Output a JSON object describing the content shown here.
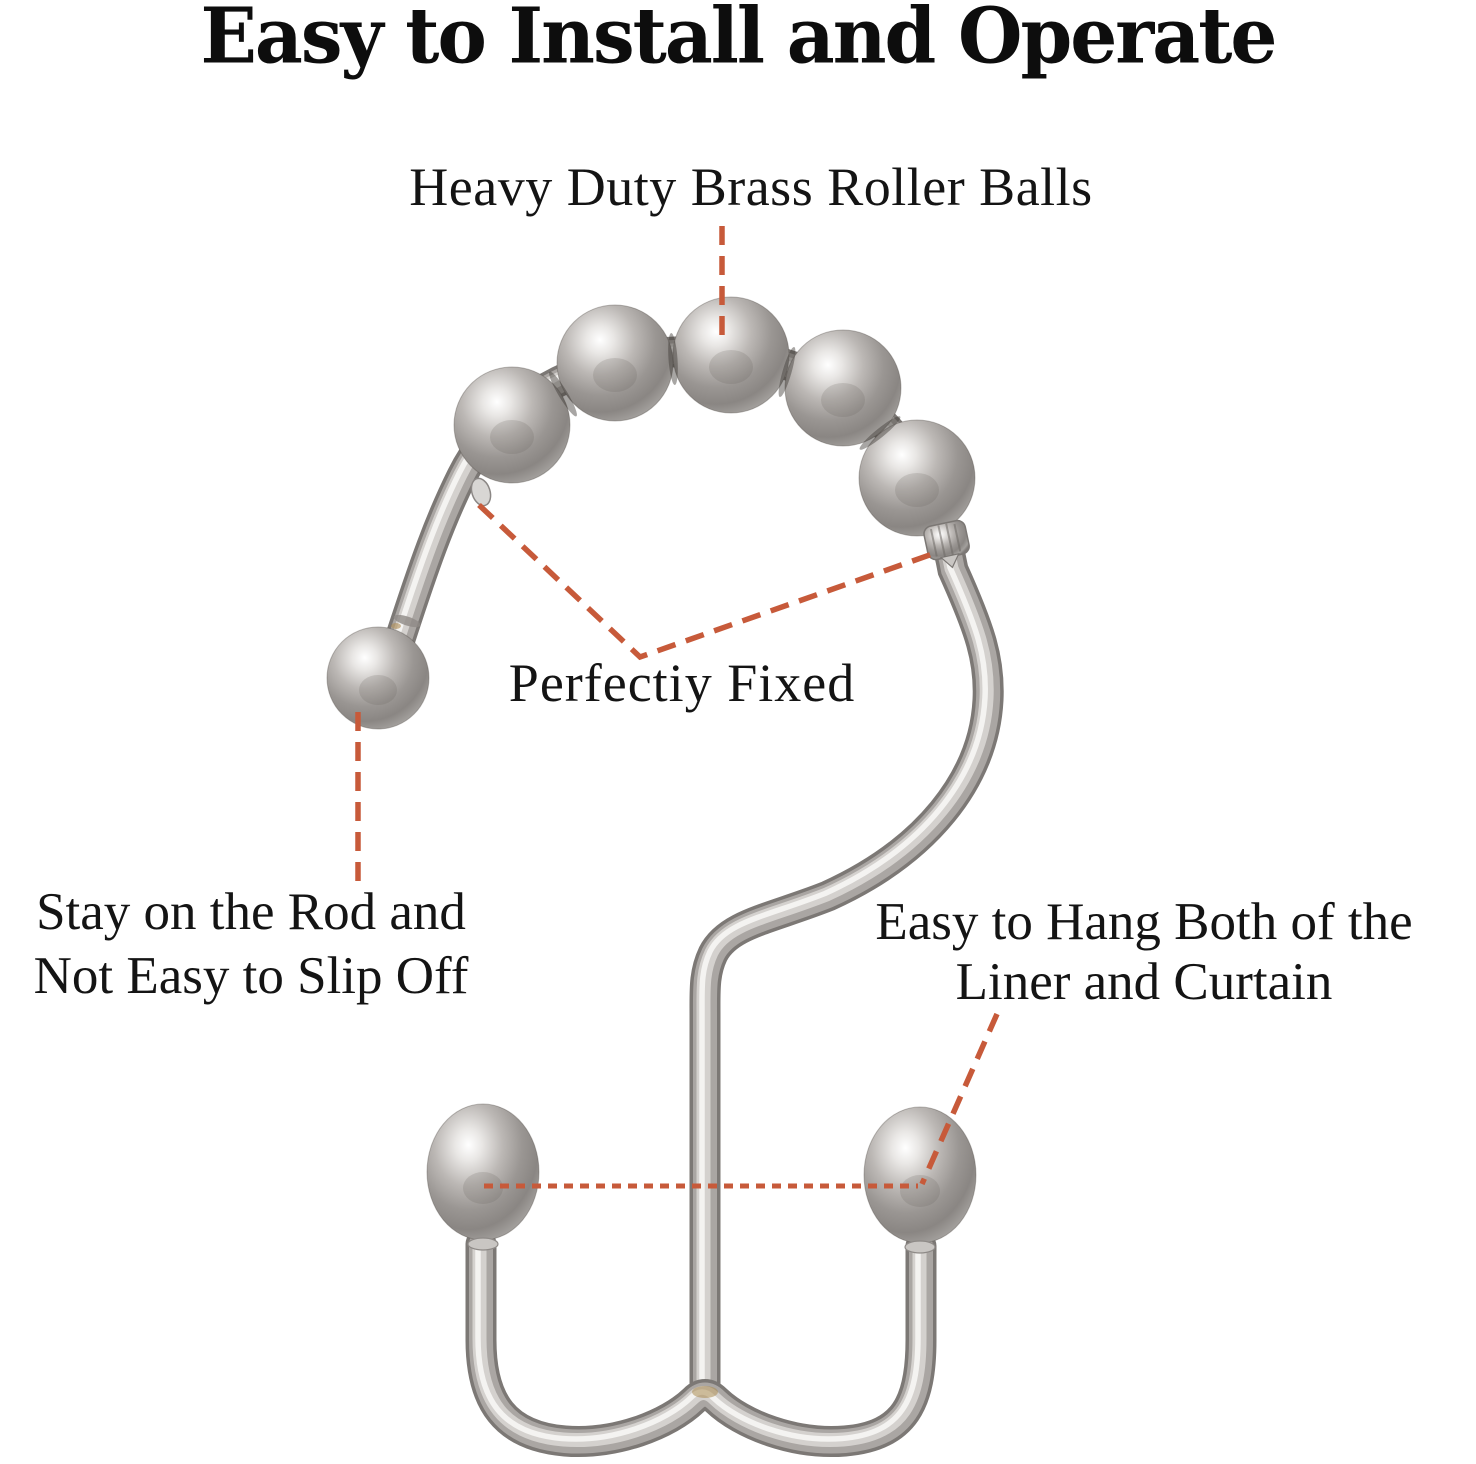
{
  "title": "Easy to Install and Operate",
  "callouts": {
    "roller_balls": "Heavy Duty Brass Roller Balls",
    "fixed": "Perfectiy Fixed",
    "stay": {
      "line1": "Stay on the Rod and",
      "line2": "Not Easy to Slip Off"
    },
    "hang": {
      "line1": "Easy to Hang Both of the",
      "line2": "Liner and Curtain"
    }
  },
  "colors": {
    "leader_line": "#c75a3a",
    "text": "#141414",
    "background": "#ffffff",
    "metal_highlight": "#f4f3f1",
    "metal_shadow": "#7c7875"
  }
}
